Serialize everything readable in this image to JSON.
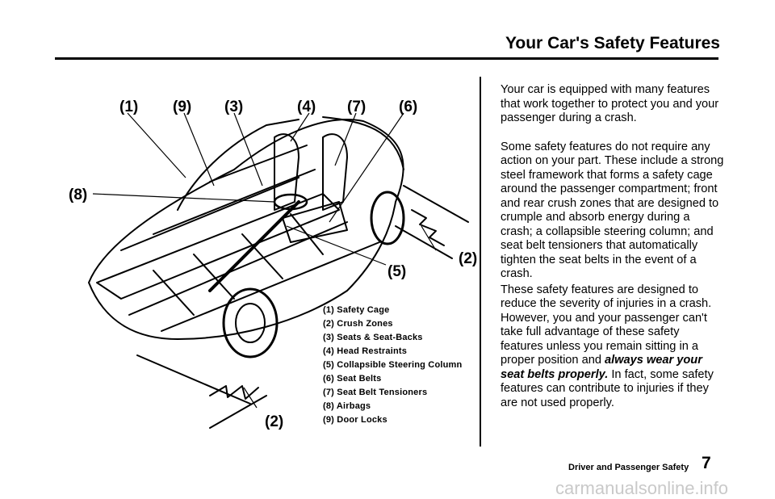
{
  "header": {
    "title": "Your Car's Safety Features"
  },
  "diagram": {
    "callouts": [
      "(1)",
      "(9)",
      "(3)",
      "(4)",
      "(7)",
      "(6)",
      "(8)",
      "(2)",
      "(5)",
      "(2)"
    ],
    "legend": [
      "(1) Safety Cage",
      "(2) Crush Zones",
      "(3) Seats & Seat-Backs",
      "(4) Head Restraints",
      "(5) Collapsible Steering Column",
      "(6) Seat Belts",
      "(7) Seat Belt Tensioners",
      "(8) Airbags",
      "(9) Door Locks"
    ]
  },
  "body": {
    "p1": "Your car is equipped with many features that work together to protect you and your passenger during a crash.",
    "p2": "Some safety features do not require any action on your part. These include a strong steel framework that forms a safety cage around the passenger compartment; front and rear crush zones that are designed to crumple and absorb energy during a crash; a collapsible steering column; and seat belt tensioners that automatically tighten the seat belts in the event of a crash.",
    "p3_start": "These safety features are designed to reduce the severity of injuries in a crash. However, you and your passenger can't take full advantage of these safety features unless you remain sitting in a proper position and ",
    "p3_emphasis": "always wear your seat belts properly.",
    "p3_end": " In fact, some safety features can contribute to injuries if they are not used properly."
  },
  "footer": {
    "section": "Driver and Passenger Safety",
    "page_number": "7"
  },
  "watermark": "carmanualsonline.info"
}
